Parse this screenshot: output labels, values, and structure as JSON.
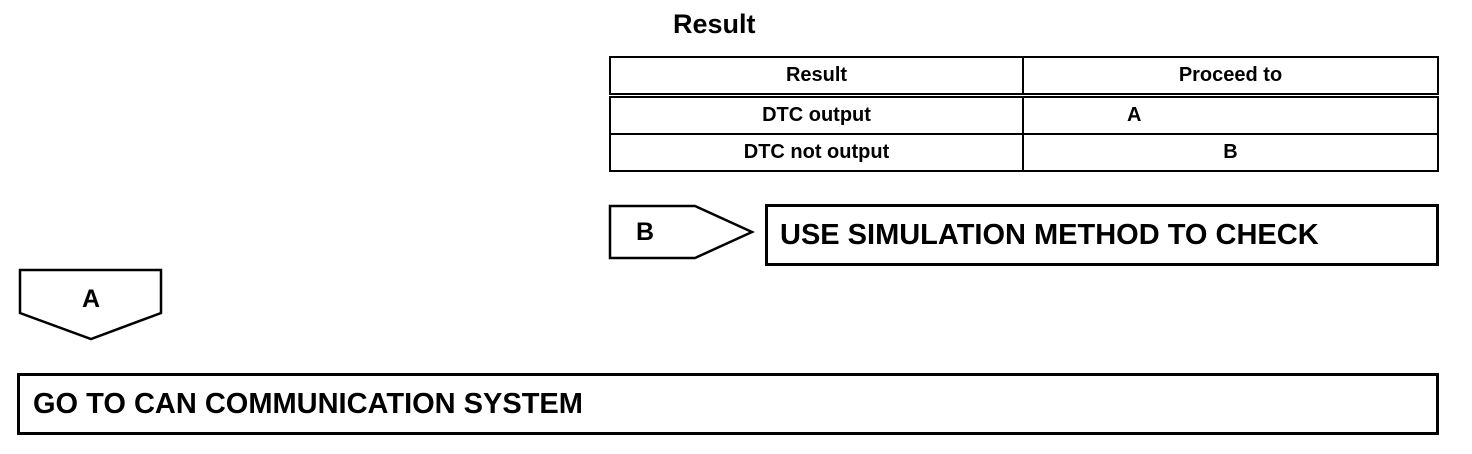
{
  "heading": "Result",
  "table": {
    "headers": [
      "Result",
      "Proceed to"
    ],
    "rows": [
      [
        "DTC output",
        "A"
      ],
      [
        "DTC not output",
        "B"
      ]
    ]
  },
  "flow": {
    "branch_b_label": "B",
    "branch_b_action": "USE SIMULATION METHOD TO CHECK",
    "branch_a_label": "A",
    "branch_a_action": "GO TO CAN COMMUNICATION SYSTEM"
  }
}
